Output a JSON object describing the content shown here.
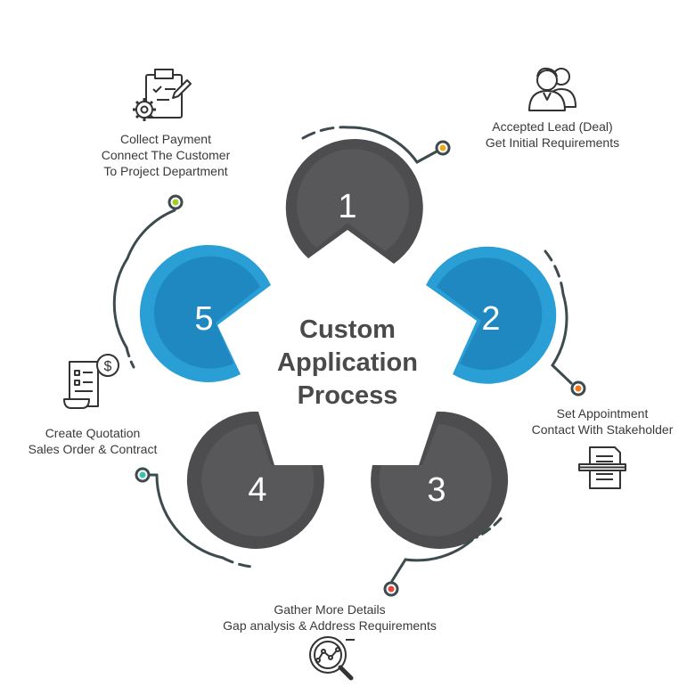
{
  "center_title": [
    "Custom",
    "Application",
    "Process"
  ],
  "colors": {
    "dark": "#4d4d4f",
    "dark_inner": "#58585a",
    "blue": "#2a9fd6",
    "blue_inner": "#1f88c0",
    "line": "#3d4b4e"
  },
  "steps": [
    {
      "number": "1",
      "lines": [
        "Accepted Lead (Deal)",
        "Get Initial Requirements"
      ],
      "dot_color": "#f0a81c",
      "icon": "users-icon"
    },
    {
      "number": "2",
      "lines": [
        "Set Appointment",
        "Contact With Stakeholder"
      ],
      "dot_color": "#f07a1e",
      "icon": "document-pen-icon"
    },
    {
      "number": "3",
      "lines": [
        "Gather More Details",
        "Gap analysis  & Address Requirements"
      ],
      "dot_color": "#e8453c",
      "icon": "magnifier-chart-icon"
    },
    {
      "number": "4",
      "lines": [
        "Create Quotation",
        "Sales Order & Contract"
      ],
      "dot_color": "#3ac0b0",
      "icon": "invoice-dollar-icon"
    },
    {
      "number": "5",
      "lines": [
        "Collect Payment",
        "Connect The Customer",
        "To Project Department"
      ],
      "dot_color": "#a4cc2a",
      "icon": "clipboard-gear-icon"
    }
  ]
}
